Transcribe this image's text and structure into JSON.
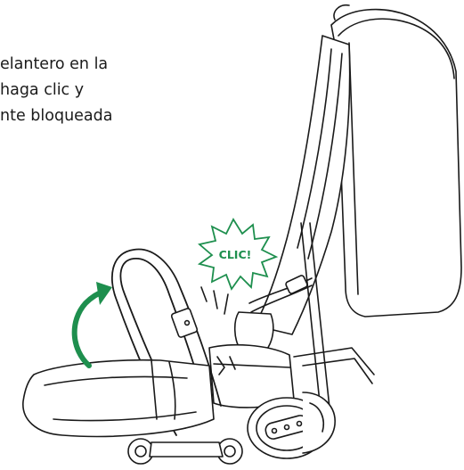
{
  "caption": {
    "lines": [
      "elantero en la",
      "haga clic y",
      "nte bloqueada"
    ]
  },
  "callout": {
    "sound_label": "CLIC!"
  },
  "illustration": {
    "subject": "stroller-seat-icon",
    "indicator": "rotate-arrow-icon"
  },
  "colors": {
    "accent": "#1e8f4e",
    "ink": "#1a1a1a",
    "background": "#ffffff"
  }
}
